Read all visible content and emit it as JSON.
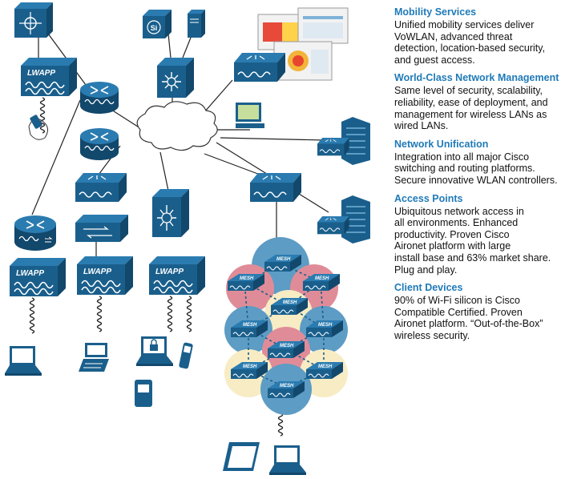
{
  "device_labels": {
    "lwapp": "LWAPP",
    "mesh": "MESH",
    "switch_symbol": "Si"
  },
  "colors": {
    "device_fill": "#1a5f8c",
    "device_top": "#2a7bb0",
    "device_side": "#12486c",
    "heading": "#1f7ab8",
    "mesh_blue": "#5d9cc4",
    "mesh_red": "#e08c98",
    "mesh_cream": "#f7ecc4",
    "cloud": "#ffffff"
  },
  "sections": [
    {
      "title": "Mobility Services",
      "lines": [
        "Unified mobility services deliver",
        "VoWLAN, advanced threat",
        "detection, location-based security,",
        "and guest access."
      ]
    },
    {
      "title": "World-Class Network Management",
      "lines": [
        "Same level of security, scalability,",
        "reliability, ease of deployment, and",
        "management for wireless LANs as",
        "wired LANs."
      ]
    },
    {
      "title": "Network Unification",
      "lines": [
        "Integration into all major Cisco",
        "switching and routing platforms.",
        "Secure innovative WLAN controllers."
      ]
    },
    {
      "title": "Access Points",
      "lines": [
        "Ubiquitous network access in",
        "all environments. Enhanced",
        "productivity. Proven Cisco",
        "Aironet platform with large",
        "install base and 63% market share.",
        "Plug and play."
      ]
    },
    {
      "title": "Client Devices",
      "lines": [
        "90% of Wi-Fi silicon is Cisco",
        "Compatible Certified. Proven",
        "Aironet platform. “Out-of-the-Box”",
        "wireless security."
      ]
    }
  ]
}
